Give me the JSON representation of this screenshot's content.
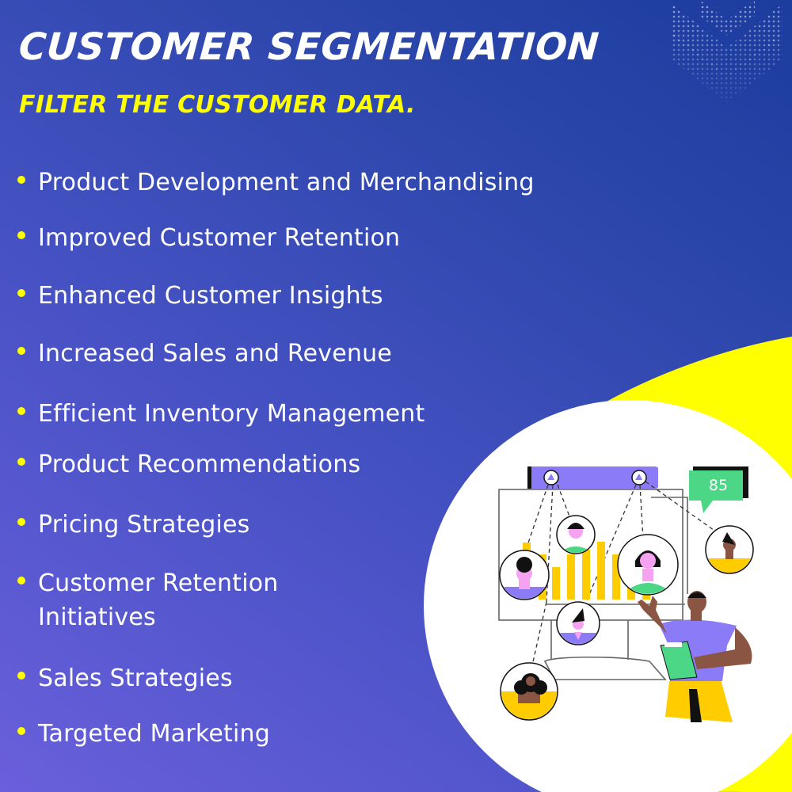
{
  "header": {
    "title": "CUSTOMER SEGMENTATION",
    "subtitle": "FILTER THE CUSTOMER DATA."
  },
  "logo": {
    "icon": "dotted-w-logo-icon"
  },
  "benefits": [
    {
      "label": "Product Development and Merchandising"
    },
    {
      "label": "Improved Customer Retention"
    },
    {
      "label": "Enhanced Customer Insights"
    },
    {
      "label": "Increased Sales and Revenue"
    },
    {
      "label": "Efficient Inventory Management"
    },
    {
      "label": "Product Recommendations"
    },
    {
      "label": "Pricing Strategies"
    },
    {
      "label": "Customer Retention",
      "label_line2": "Initiatives"
    },
    {
      "label": "Sales Strategies"
    },
    {
      "label": "Targeted Marketing"
    }
  ],
  "illustration": {
    "score_badge": "85",
    "description": "presenter-with-clipboard-and-customer-avatars-chart"
  },
  "colors": {
    "title": "#ffffff",
    "subtitle": "#ffff00",
    "bullet": "#ffff00",
    "accent_yellow": "#ffff00",
    "bar_yellow": "#ffcc00",
    "purple": "#8b7bf7",
    "green": "#4cd787",
    "skin_pink": "#f5a3f0",
    "skin_brown": "#8b5543",
    "bg_start": "#6a5fdc",
    "bg_end": "#1c3c9e"
  }
}
